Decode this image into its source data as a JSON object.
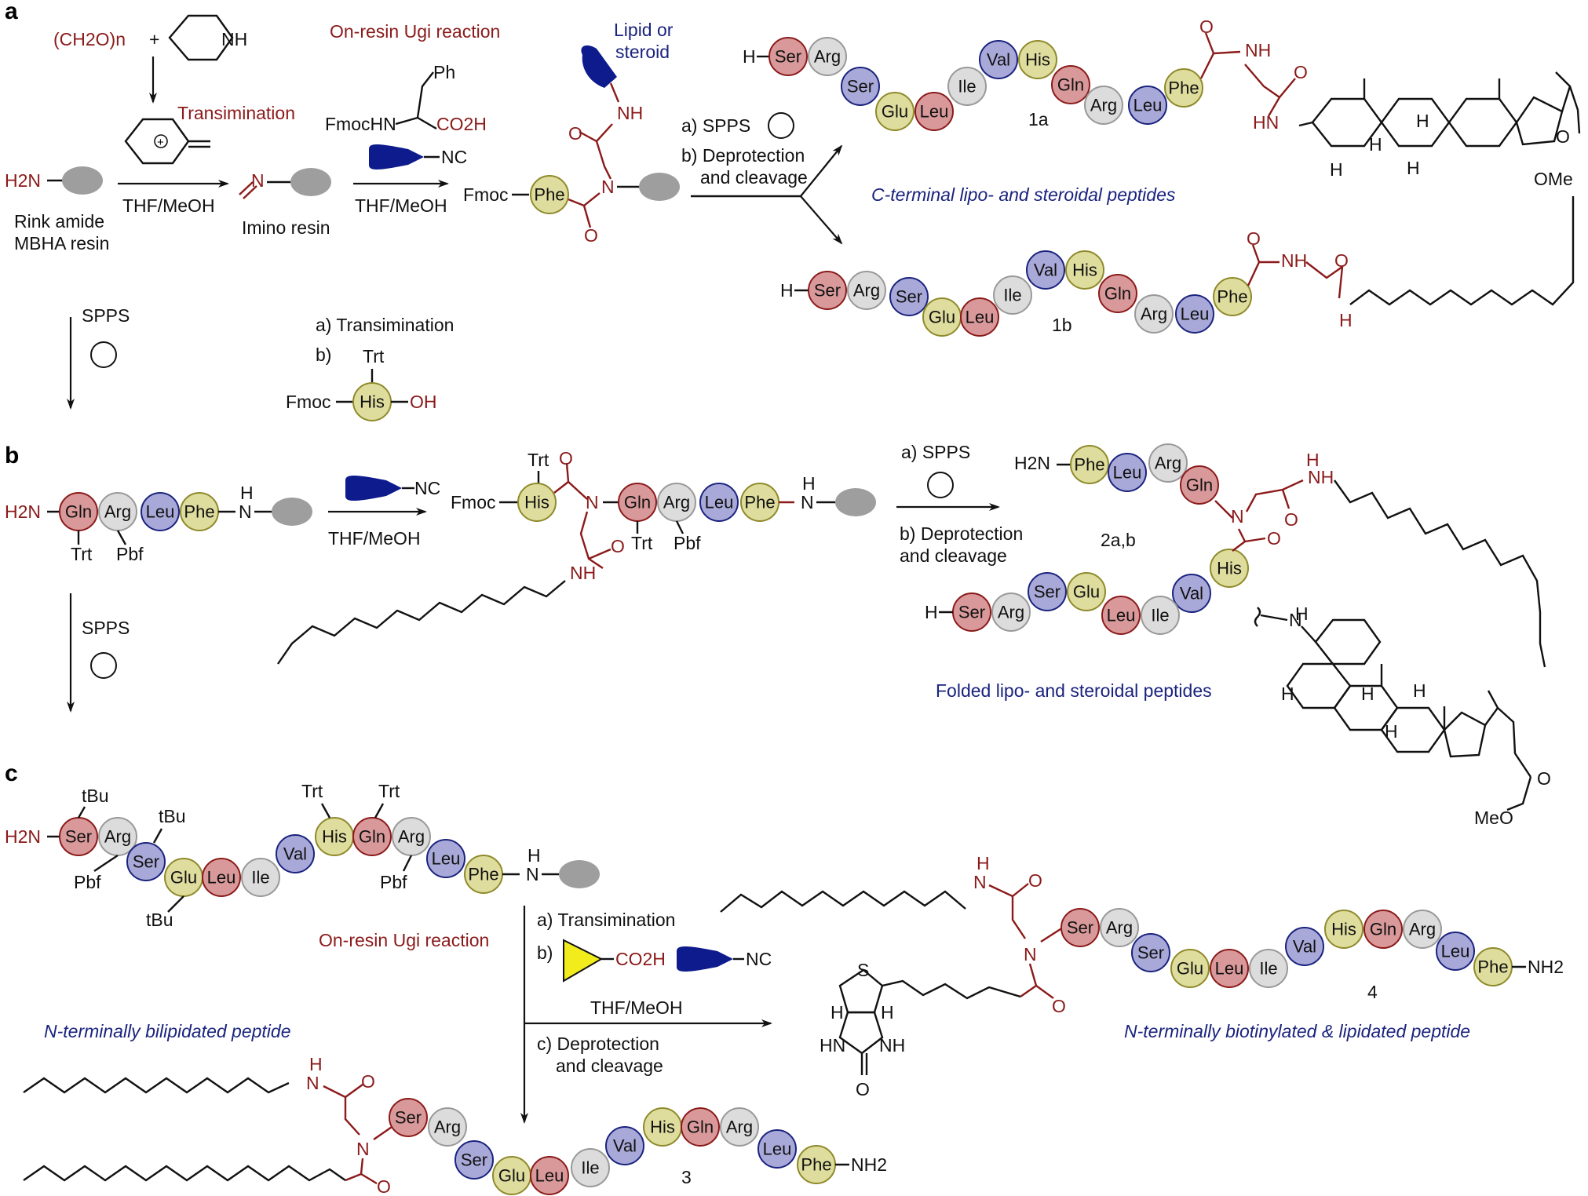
{
  "panels": {
    "a": "a",
    "b": "b",
    "c": "c"
  },
  "colors": {
    "Ser": "#d9999a",
    "Arg": "#dcdcdc",
    "Glu": "#dedd9e",
    "Leu": "#d9999a",
    "Ile": "#dcdcdc",
    "Val": "#a9a9d9",
    "His": "#dedd9e",
    "Gln": "#d9999a",
    "Phe": "#dedd9e",
    "SerBlue": "#a9a9d9",
    "LeuBlue": "#a9a9d9",
    "resin": "#9e9e9e",
    "accent_red": "#8b1a1a",
    "accent_blue": "#1a237e",
    "biotin": "#f2ec1d"
  },
  "panel_a": {
    "paraform": "(CH2O)n",
    "plus": "+",
    "piperidine_nh": "NH",
    "transimination": "Transimination",
    "rink_label_1": "Rink amide",
    "rink_label_2": "MBHA resin",
    "h2n": "H2N",
    "solvent1": "THF/MeOH",
    "imino_resin": "Imino resin",
    "ugi_title": "On-resin Ugi reaction",
    "ph": "Ph",
    "fmochn": "FmocHN",
    "co2h": "CO2H",
    "nc": "NC",
    "solvent2": "THF/MeOH",
    "lipid_1": "Lipid or",
    "lipid_2": "steroid",
    "nh": "NH",
    "fmoc": "Fmoc",
    "n": "N",
    "o": "O",
    "step_a": "a) SPPS",
    "step_b1": "b) Deprotection",
    "step_b2": "and cleavage",
    "cterm_label": "C-terminal lipo- and steroidal peptides",
    "compound_1a": "1a",
    "compound_1b": "1b",
    "h": "H",
    "hn": "HN",
    "ome": "OMe",
    "spps_down": "SPPS",
    "trans_step_a": "a) Transimination",
    "trans_step_b": "b)",
    "trt": "Trt",
    "oh": "OH"
  },
  "panel_b": {
    "h2n": "H2N",
    "trt": "Trt",
    "pbf": "Pbf",
    "nc": "NC",
    "solvent": "THF/MeOH",
    "fmoc": "Fmoc",
    "h": "H",
    "n": "N",
    "nh": "NH",
    "o": "O",
    "step_a": "a) SPPS",
    "step_b1": "b) Deprotection",
    "step_b2": "and cleavage",
    "compound": "2a,b",
    "folded_label": "Folded lipo- and steroidal peptides",
    "spps_down": "SPPS",
    "meo": "MeO"
  },
  "panel_c": {
    "h2n": "H2N",
    "tbu": "tBu",
    "pbf": "Pbf",
    "trt": "Trt",
    "h": "H",
    "n": "N",
    "ugi_title": "On-resin Ugi reaction",
    "step_a": "a) Transimination",
    "step_b": "b)",
    "co2h": "CO2H",
    "nc": "NC",
    "solvent": "THF/MeOH",
    "step_c1": "c) Deprotection",
    "step_c2": "and cleavage",
    "bilipidated_label": "N-terminally bilipidated peptide",
    "biotin_label": "N-terminally biotinylated & lipidated peptide",
    "compound_3": "3",
    "compound_4": "4",
    "nh2": "NH2",
    "s": "S",
    "hn": "HN",
    "nh": "NH",
    "o": "O"
  }
}
